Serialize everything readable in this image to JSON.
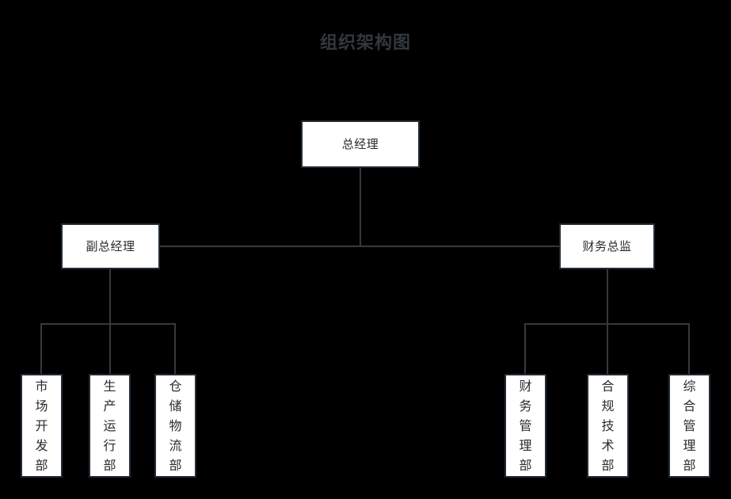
{
  "title": "组织架构图",
  "colors": {
    "background": "#000000",
    "box_fill": "#ffffff",
    "box_border": "#222c36",
    "connector": "#36393d",
    "title_text": "#33383d",
    "node_text": "#2b2b2b"
  },
  "nodes": {
    "root": {
      "label": "总经理"
    },
    "level2": [
      {
        "label": "副总经理"
      },
      {
        "label": "财务总监"
      }
    ],
    "left_children": [
      {
        "label": "市场开发部"
      },
      {
        "label": "生产运行部"
      },
      {
        "label": "仓储物流部"
      }
    ],
    "right_children": [
      {
        "label": "财务管理部"
      },
      {
        "label": "合规技术部"
      },
      {
        "label": "综合管理部"
      }
    ]
  },
  "chart_data": {
    "type": "diagram",
    "diagram_type": "organization-chart",
    "title": "组织架构图",
    "orientation": "top-down",
    "levels": 3,
    "hierarchy": {
      "name": "总经理",
      "children": [
        {
          "name": "副总经理",
          "children": [
            {
              "name": "市场开发部"
            },
            {
              "name": "生产运行部"
            },
            {
              "name": "仓储物流部"
            }
          ]
        },
        {
          "name": "财务总监",
          "children": [
            {
              "name": "财务管理部"
            },
            {
              "name": "合规技术部"
            },
            {
              "name": "综合管理部"
            }
          ]
        }
      ]
    }
  }
}
